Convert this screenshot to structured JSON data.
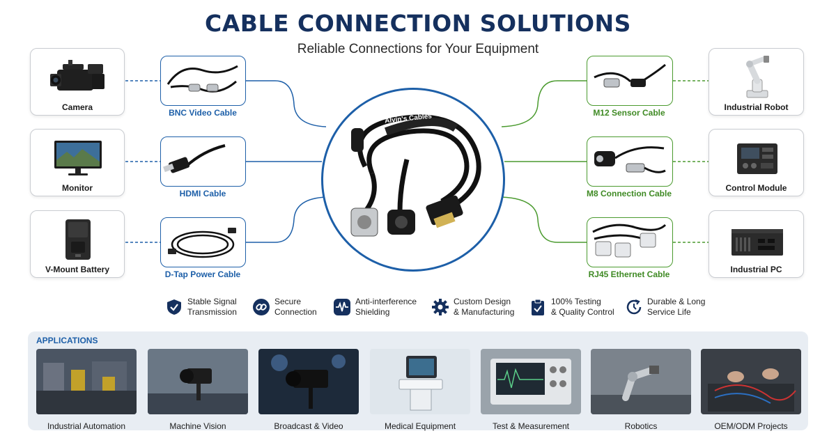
{
  "header": {
    "title": "CABLE CONNECTION SOLUTIONS",
    "subtitle": "Reliable Connections for Your Equipment"
  },
  "devices_left": [
    {
      "label": "Camera",
      "icon": "camera-icon"
    },
    {
      "label": "Monitor",
      "icon": "monitor-icon"
    },
    {
      "label": "V-Mount Battery",
      "icon": "battery-icon"
    }
  ],
  "cables_left": [
    {
      "label": "BNC Video Cable"
    },
    {
      "label": "HDMI Cable"
    },
    {
      "label": "D-Tap Power Cable"
    }
  ],
  "cables_right": [
    {
      "label": "M12 Sensor Cable"
    },
    {
      "label": "M8 Connection Cable"
    },
    {
      "label": "RJ45 Ethernet Cable"
    }
  ],
  "devices_right": [
    {
      "label": "Industrial Robot",
      "icon": "robot-arm-icon"
    },
    {
      "label": "Control Module",
      "icon": "control-module-icon"
    },
    {
      "label": "Industrial PC",
      "icon": "industrial-pc-icon"
    }
  ],
  "center": {
    "brand_text": "Alvin's Cables"
  },
  "features": [
    {
      "line1": "Stable Signal",
      "line2": "Transmission",
      "icon": "shield-check-icon"
    },
    {
      "line1": "Secure",
      "line2": "Connection",
      "icon": "link-icon"
    },
    {
      "line1": "Anti-interference",
      "line2": "Shielding",
      "icon": "waveform-icon"
    },
    {
      "line1": "Custom Design",
      "line2": "& Manufacturing",
      "icon": "gear-icon"
    },
    {
      "line1": "100% Testing",
      "line2": "& Quality Control",
      "icon": "clipboard-check-icon"
    },
    {
      "line1": "Durable & Long",
      "line2": "Service Life",
      "icon": "refresh-clock-icon"
    }
  ],
  "applications": {
    "title": "APPLICATIONS",
    "items": [
      {
        "label": "Industrial Automation"
      },
      {
        "label": "Machine Vision"
      },
      {
        "label": "Broadcast & Video"
      },
      {
        "label": "Medical Equipment"
      },
      {
        "label": "Test & Measurement"
      },
      {
        "label": "Robotics"
      },
      {
        "label": "OEM/ODM Projects"
      }
    ]
  },
  "colors": {
    "title": "#15305e",
    "accent_blue": "#1d5fa8",
    "accent_green": "#4a9a2e",
    "apps_bg": "#e8edf3"
  }
}
